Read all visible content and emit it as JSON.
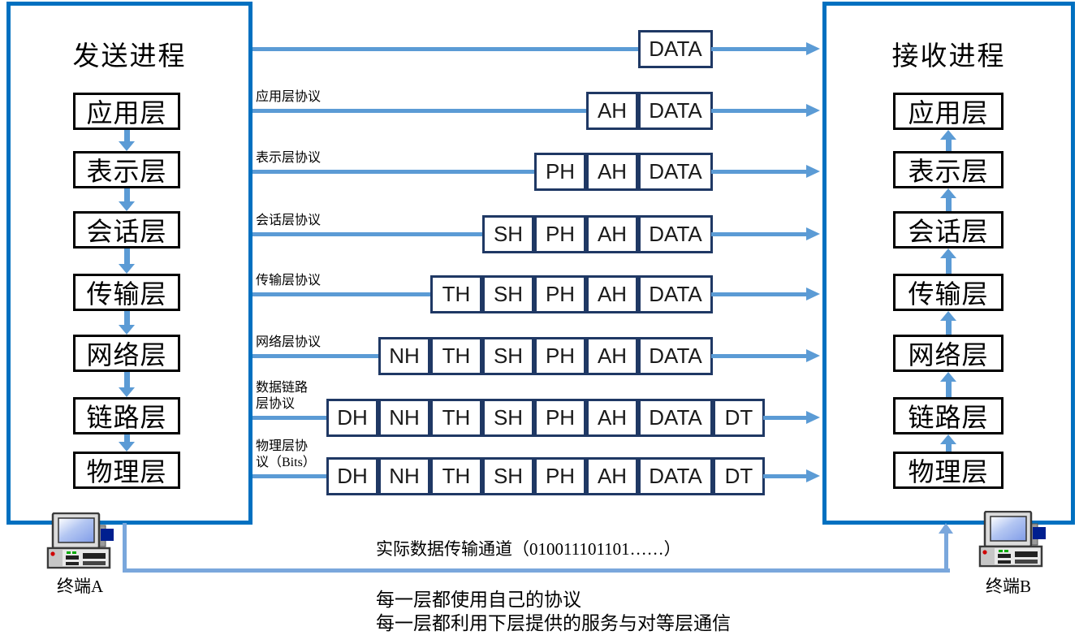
{
  "left_panel": {
    "title": "发送进程",
    "layers": [
      "应用层",
      "表示层",
      "会话层",
      "传输层",
      "网络层",
      "链路层",
      "物理层"
    ]
  },
  "right_panel": {
    "title": "接收进程",
    "layers": [
      "应用层",
      "表示层",
      "会话层",
      "传输层",
      "网络层",
      "链路层",
      "物理层"
    ]
  },
  "pdu_rows": [
    {
      "protocol_label_lines": [],
      "cells": [
        "DATA"
      ]
    },
    {
      "protocol_label_lines": [
        "应用层协议"
      ],
      "cells": [
        "AH",
        "DATA"
      ]
    },
    {
      "protocol_label_lines": [
        "表示层协议"
      ],
      "cells": [
        "PH",
        "AH",
        "DATA"
      ]
    },
    {
      "protocol_label_lines": [
        "会话层协议"
      ],
      "cells": [
        "SH",
        "PH",
        "AH",
        "DATA"
      ]
    },
    {
      "protocol_label_lines": [
        "传输层协议"
      ],
      "cells": [
        "TH",
        "SH",
        "PH",
        "AH",
        "DATA"
      ]
    },
    {
      "protocol_label_lines": [
        "网络层协议"
      ],
      "cells": [
        "NH",
        "TH",
        "SH",
        "PH",
        "AH",
        "DATA"
      ]
    },
    {
      "protocol_label_lines": [
        "数据链路",
        "层协议"
      ],
      "cells": [
        "DH",
        "NH",
        "TH",
        "SH",
        "PH",
        "AH",
        "DATA",
        "DT"
      ]
    },
    {
      "protocol_label_lines": [
        "物理层协",
        "议（Bits）"
      ],
      "cells": [
        "DH",
        "NH",
        "TH",
        "SH",
        "PH",
        "AH",
        "DATA",
        "DT"
      ]
    }
  ],
  "channel": {
    "label": "实际数据传输通道（010011101101……）"
  },
  "notes": [
    "每一层都使用自己的协议",
    "每一层都利用下层提供的服务与对等层通信"
  ],
  "terminals": [
    {
      "label": "终端A",
      "icon": "desktop-computer-icon"
    },
    {
      "label": "终端B",
      "icon": "desktop-computer-icon"
    }
  ],
  "colors": {
    "panel_border": "#0070C0",
    "line": "#5B9BD5",
    "pdu_border": "#1F3864",
    "channel_line": "#7AA7DC"
  }
}
